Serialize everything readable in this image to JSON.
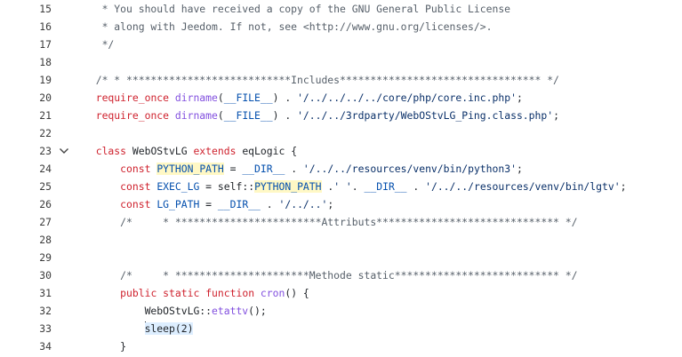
{
  "editor": {
    "lines": [
      {
        "num": "15",
        "tokens": [
          {
            "t": "   * You should have received a copy of the GNU General Public License",
            "c": "cm"
          }
        ]
      },
      {
        "num": "16",
        "tokens": [
          {
            "t": "   * along with Jeedom. If not, see <http://www.gnu.org/licenses/>.",
            "c": "cm"
          }
        ]
      },
      {
        "num": "17",
        "tokens": [
          {
            "t": "   */",
            "c": "cm"
          }
        ]
      },
      {
        "num": "18",
        "tokens": []
      },
      {
        "num": "19",
        "tokens": [
          {
            "t": "  /* * ***************************Includes********************************* */",
            "c": "cm"
          }
        ]
      },
      {
        "num": "20",
        "tokens": [
          {
            "t": "  "
          },
          {
            "t": "require_once",
            "c": "kw"
          },
          {
            "t": " "
          },
          {
            "t": "dirname",
            "c": "fn"
          },
          {
            "t": "("
          },
          {
            "t": "__FILE__",
            "c": "cst"
          },
          {
            "t": ") . "
          },
          {
            "t": "'/../../../../core/php/core.inc.php'",
            "c": "str"
          },
          {
            "t": ";"
          }
        ]
      },
      {
        "num": "21",
        "tokens": [
          {
            "t": "  "
          },
          {
            "t": "require_once",
            "c": "kw"
          },
          {
            "t": " "
          },
          {
            "t": "dirname",
            "c": "fn"
          },
          {
            "t": "("
          },
          {
            "t": "__FILE__",
            "c": "cst"
          },
          {
            "t": ") . "
          },
          {
            "t": "'/../../3rdparty/WebOStvLG_Ping.class.php'",
            "c": "str"
          },
          {
            "t": ";"
          }
        ]
      },
      {
        "num": "22",
        "tokens": []
      },
      {
        "num": "23",
        "fold": true,
        "tokens": [
          {
            "t": "  "
          },
          {
            "t": "class",
            "c": "kw"
          },
          {
            "t": " WebOStvLG "
          },
          {
            "t": "extends",
            "c": "kw"
          },
          {
            "t": " eqLogic {"
          }
        ]
      },
      {
        "num": "24",
        "tokens": [
          {
            "t": "      "
          },
          {
            "t": "const",
            "c": "kw"
          },
          {
            "t": " "
          },
          {
            "t": "PYTHON_PATH",
            "c": "cst hl"
          },
          {
            "t": " = "
          },
          {
            "t": "__DIR__",
            "c": "cst"
          },
          {
            "t": " . "
          },
          {
            "t": "'/../../resources/venv/bin/python3'",
            "c": "str"
          },
          {
            "t": ";"
          }
        ]
      },
      {
        "num": "25",
        "tokens": [
          {
            "t": "      "
          },
          {
            "t": "const",
            "c": "kw"
          },
          {
            "t": " "
          },
          {
            "t": "EXEC_LG",
            "c": "cst"
          },
          {
            "t": " = self::"
          },
          {
            "t": "PYTHON_PATH",
            "c": "cst hl"
          },
          {
            "t": " ."
          },
          {
            "t": "' '",
            "c": "str"
          },
          {
            "t": ". "
          },
          {
            "t": "__DIR__",
            "c": "cst"
          },
          {
            "t": " . "
          },
          {
            "t": "'/../../resources/venv/bin/lgtv'",
            "c": "str"
          },
          {
            "t": ";"
          }
        ]
      },
      {
        "num": "26",
        "tokens": [
          {
            "t": "      "
          },
          {
            "t": "const",
            "c": "kw"
          },
          {
            "t": " "
          },
          {
            "t": "LG_PATH",
            "c": "cst"
          },
          {
            "t": " = "
          },
          {
            "t": "__DIR__",
            "c": "cst"
          },
          {
            "t": " . "
          },
          {
            "t": "'/../..'",
            "c": "str"
          },
          {
            "t": ";"
          }
        ]
      },
      {
        "num": "27",
        "tokens": [
          {
            "t": "      /*     * ************************Attributs****************************** */",
            "c": "cm"
          }
        ]
      },
      {
        "num": "28",
        "tokens": []
      },
      {
        "num": "29",
        "tokens": []
      },
      {
        "num": "30",
        "tokens": [
          {
            "t": "      /*     * **********************Methode static*************************** */",
            "c": "cm"
          }
        ]
      },
      {
        "num": "31",
        "tokens": [
          {
            "t": "      "
          },
          {
            "t": "public",
            "c": "kw"
          },
          {
            "t": " "
          },
          {
            "t": "static",
            "c": "kw"
          },
          {
            "t": " "
          },
          {
            "t": "function",
            "c": "kw"
          },
          {
            "t": " "
          },
          {
            "t": "cron",
            "c": "fn"
          },
          {
            "t": "() {"
          }
        ]
      },
      {
        "num": "32",
        "tokens": [
          {
            "t": "          WebOStvLG::"
          },
          {
            "t": "etattv",
            "c": "fn"
          },
          {
            "t": "();"
          }
        ]
      },
      {
        "num": "33",
        "cursor": true,
        "tokens": [
          {
            "t": "          "
          },
          {
            "t": "sleep(2)",
            "c": "sel"
          }
        ]
      },
      {
        "num": "34",
        "tokens": [
          {
            "t": "      }"
          }
        ]
      }
    ]
  }
}
